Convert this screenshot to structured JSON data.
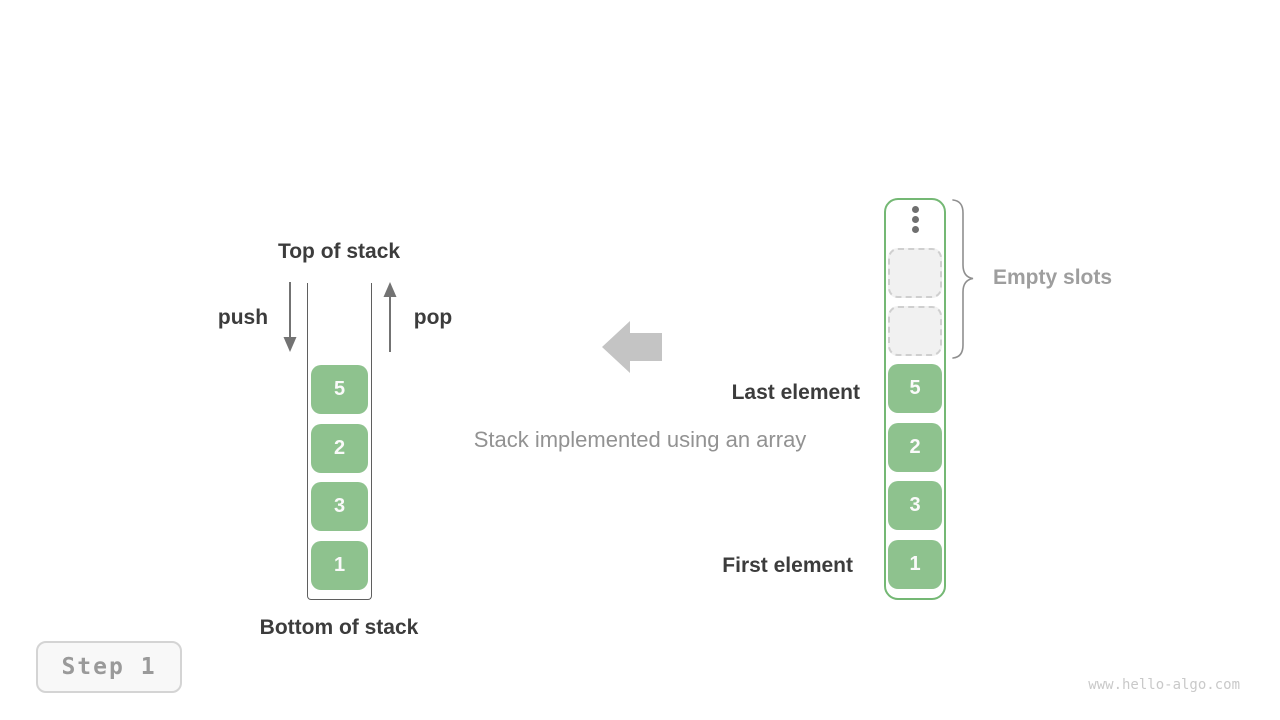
{
  "figure": {
    "caption": "Stack implemented using an array",
    "step_label": "Step 1",
    "watermark": "www.hello-algo.com"
  },
  "colors": {
    "cell_green": "#8ec28e",
    "array_border_green": "#74b874",
    "dark_text": "#3c3c3c",
    "gray_text": "#9e9e9e",
    "arrow_gray": "#737373",
    "block_arrow_gray": "#c4c4c4",
    "empty_slot_bg": "#f1f1f1",
    "empty_slot_border": "#cfcfcf"
  },
  "stack": {
    "top_label": "Top of stack",
    "bottom_label": "Bottom of stack",
    "push_label": "push",
    "pop_label": "pop",
    "items": [
      "5",
      "2",
      "3",
      "1"
    ]
  },
  "array": {
    "items": [
      "5",
      "2",
      "3",
      "1"
    ],
    "empty_slot_count": 2,
    "empty_slots_label": "Empty slots",
    "last_element_label": "Last element",
    "first_element_label": "First element"
  }
}
